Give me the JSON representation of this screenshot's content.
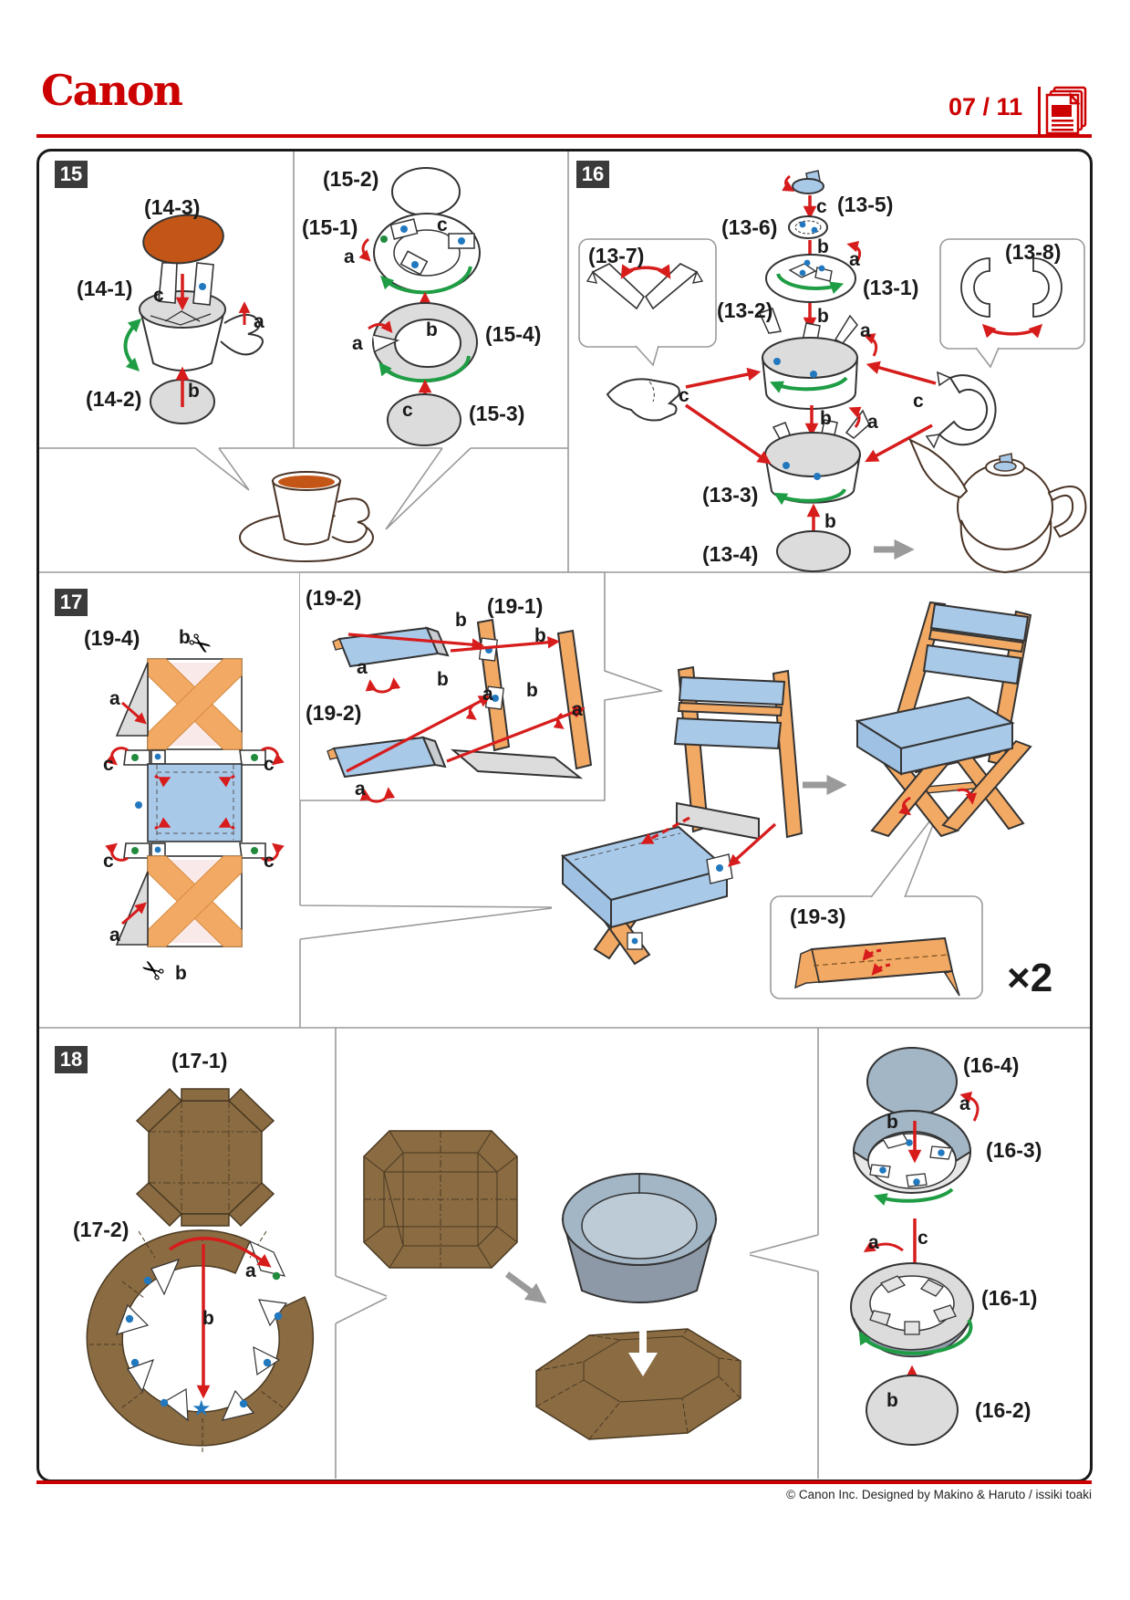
{
  "header": {
    "logo": "Canon",
    "page_number": "07 / 11"
  },
  "steps": {
    "s15": "15",
    "s16": "16",
    "s17": "17",
    "s18": "18"
  },
  "parts": {
    "p14_1": "(14-1)",
    "p14_2": "(14-2)",
    "p14_3": "(14-3)",
    "p15_1": "(15-1)",
    "p15_2": "(15-2)",
    "p15_3": "(15-3)",
    "p15_4": "(15-4)",
    "p13_1": "(13-1)",
    "p13_2": "(13-2)",
    "p13_3": "(13-3)",
    "p13_4": "(13-4)",
    "p13_5": "(13-5)",
    "p13_6": "(13-6)",
    "p13_7": "(13-7)",
    "p13_8": "(13-8)",
    "p19_1": "(19-1)",
    "p19_2": "(19-2)",
    "p19_3": "(19-3)",
    "p19_4": "(19-4)",
    "p17_1": "(17-1)",
    "p17_2": "(17-2)",
    "p16_1": "(16-1)",
    "p16_2": "(16-2)",
    "p16_3": "(16-3)",
    "p16_4": "(16-4)"
  },
  "letters": {
    "a": "a",
    "b": "b",
    "c": "c"
  },
  "annotations": {
    "multiplier": "×2"
  },
  "markers": {
    "star": "★",
    "scissors": "✂"
  },
  "footer": {
    "copyright": "© Canon Inc. Designed by Makino & Haruto / issiki toaki"
  },
  "colors": {
    "canon_red": "#CC0000",
    "arrow_red": "#D71C1C",
    "arrow_green": "#1F9D44",
    "glue_dot_blue": "#2278BE",
    "glue_dot_green": "#218A3C",
    "wood_orange": "#F2A964",
    "fabric_blue": "#A9C9E9",
    "tea_orange": "#C35617",
    "wood_brown": "#8A6B42",
    "bowl_blue_gray": "#A3B6C6",
    "part_gray": "#DCDCDC"
  }
}
